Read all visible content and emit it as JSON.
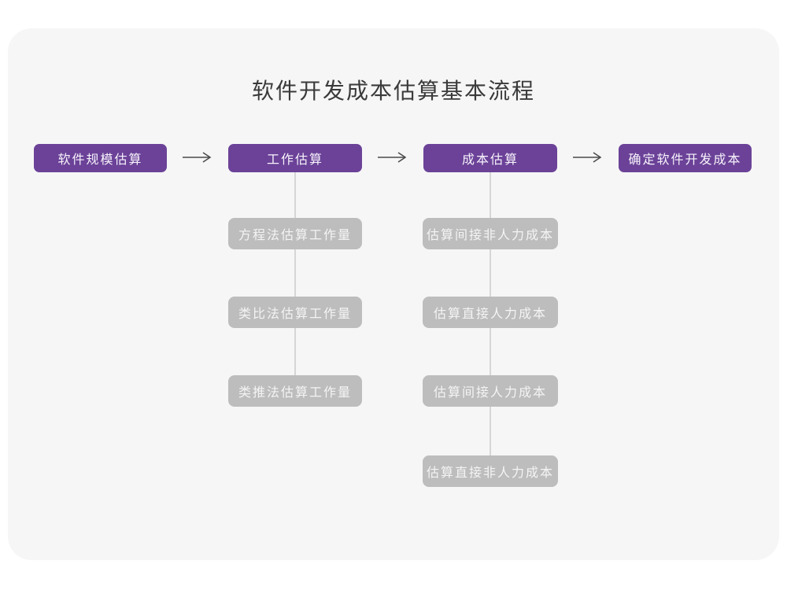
{
  "title": "软件开发成本估算基本流程",
  "colors": {
    "canvas_bg": "#ffffff",
    "card_bg": "#f6f6f6",
    "stage_purple": "#6b4298",
    "substep_gray": "#bdbdbd",
    "connector_gray": "#d6d6d6",
    "arrow_gray": "#4a4a4a",
    "title_text": "#3a3a3a"
  },
  "flow": {
    "stages": [
      {
        "label": "软件规模估算",
        "substeps": []
      },
      {
        "label": "工作估算",
        "substeps": [
          "方程法估算工作量",
          "类比法估算工作量",
          "类推法估算工作量"
        ]
      },
      {
        "label": "成本估算",
        "substeps": [
          "估算间接非人力成本",
          "估算直接人力成本",
          "估算间接人力成本",
          "估算直接非人力成本"
        ]
      },
      {
        "label": "确定软件开发成本",
        "substeps": []
      }
    ]
  }
}
